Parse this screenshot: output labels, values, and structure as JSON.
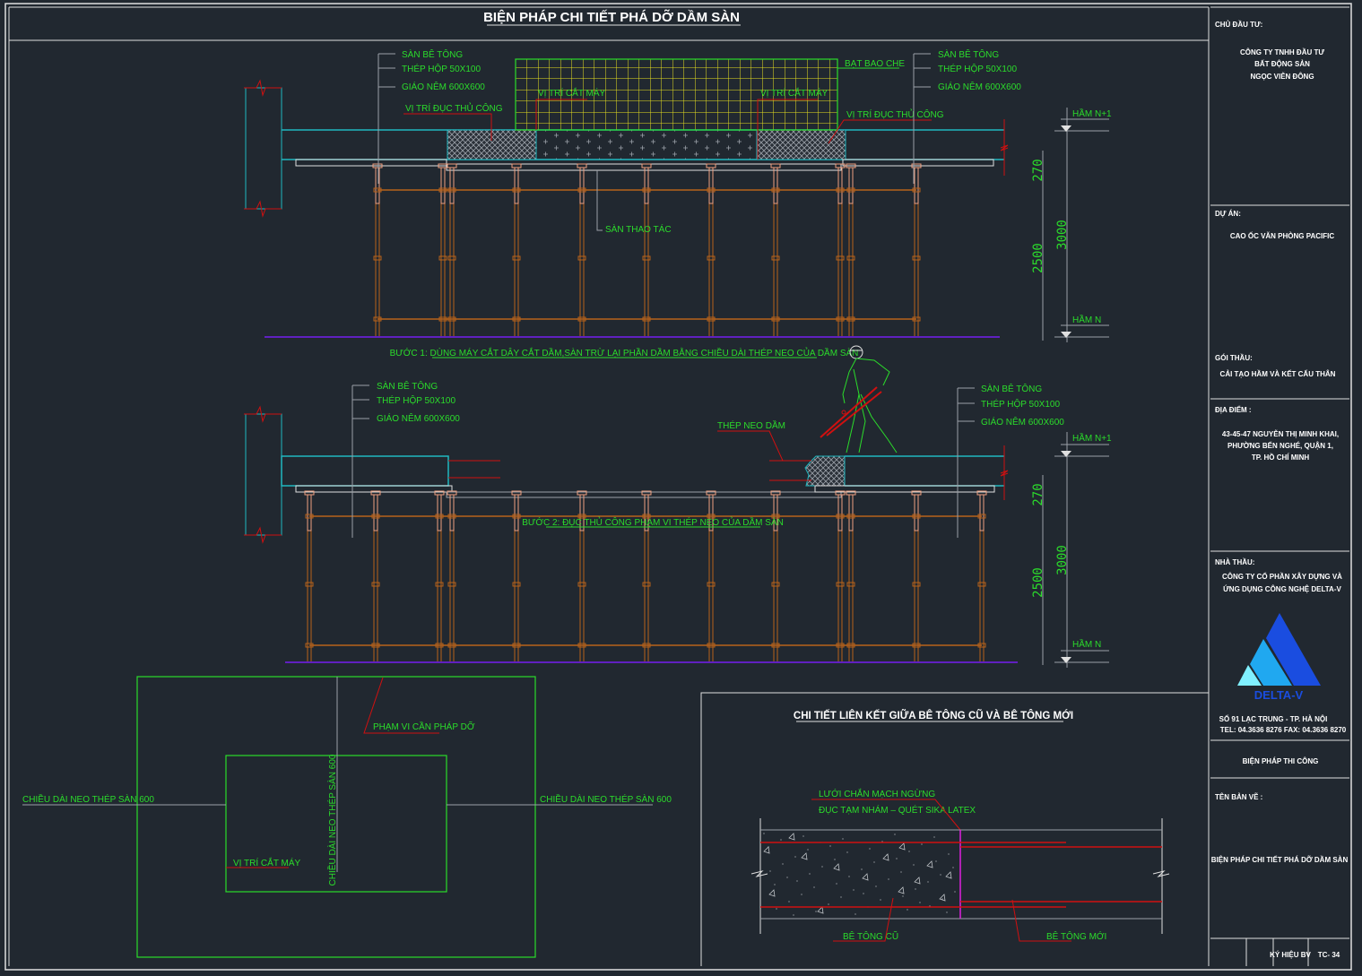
{
  "drawing_title": "BIỆN PHÁP CHI TIẾT PHÁ DỠ DẦM SÀN",
  "colors": {
    "background": "#212830",
    "label_green": "#2bdc2b",
    "leader_red": "#d01010",
    "concrete_cyan": "#20b8c0",
    "scaffold_orange": "#b8621a",
    "scaffold_head": "#f0a080",
    "tarp_yellow": "#e8e020",
    "floor_purple": "#6020c0",
    "frame_white": "#e0e0e0",
    "logo_blue_dark": "#1a4de0",
    "logo_blue_mid": "#20a8f0",
    "logo_blue_light": "#80f0ff"
  },
  "step1": {
    "legend_left": [
      "SÀN BÊ TÔNG",
      "THÉP HỘP 50X100",
      "GIÁO NÊM 600X600"
    ],
    "legend_right": [
      "SÀN BÊ TÔNG",
      "THÉP HỘP 50X100",
      "GIÁO NÊM 600X600"
    ],
    "tarp_label": "BẠT BAO CHE",
    "cut_label_left": "VỊ TRÍ CẮT MÁY",
    "cut_label_right": "VỊ TRÍ CẮT MÁY",
    "chisel_label_left": "VỊ TRÍ ĐỤC THỦ CÔNG",
    "chisel_label_right": "VỊ TRÍ ĐỤC THỦ CÔNG",
    "platform_label": "SÀN THAO TÁC",
    "caption": "BƯỚC 1: DÙNG MÁY CẮT DÂY CẮT DẦM,SÀN TRỪ LẠI PHẦN DẦM BẰNG CHIỀU DÀI THÉP NEO CỦA DẦM SÀN",
    "level_top": "HẦM N+1",
    "level_bottom": "HẦM N",
    "dim_slab": "270",
    "dim_clear": "2500",
    "dim_total": "3000"
  },
  "step2": {
    "legend_left": [
      "SÀN BÊ TÔNG",
      "THÉP HỘP 50X100",
      "GIÁO NÊM 600X600"
    ],
    "legend_right": [
      "SÀN BÊ TÔNG",
      "THÉP HỘP 50X100",
      "GIÁO NÊM 600X600"
    ],
    "anchor_label": "THÉP NEO DẦM",
    "caption": "BƯỚC 2: ĐỤC THỦ CÔNG PHẠM VI THÉP NEO CỦA DẦM SÀN",
    "level_top": "HẦM N+1",
    "level_bottom": "HẦM N",
    "dim_slab": "270",
    "dim_clear": "2500",
    "dim_total": "3000"
  },
  "plan": {
    "scope_label": "PHẠM VI CẦN PHÁP DỠ",
    "anchor_left": "CHIỀU DÀI NEO THÉP SÀN 600",
    "anchor_right": "CHIỀU DÀI NEO THÉP SÀN 600",
    "anchor_vertical": "CHIỀU DÀI NEO THÉP SÀN 600",
    "cut_label": "VỊ TRÍ CẮT MÁY"
  },
  "joint_detail": {
    "title": "CHI TIẾT LIÊN KẾT GIỮA BÊ TÔNG CŨ VÀ BÊ TÔNG MỚI",
    "note_line1": "LƯỚI CHẮN MẠCH NGỪNG",
    "note_line2": "ĐỤC TẠM NHÁM – QUÉT SIKA LATEX",
    "old_concrete": "BÊ TÔNG CŨ",
    "new_concrete": "BÊ TÔNG MỚI"
  },
  "title_block": {
    "owner_label": "CHỦ ĐẦU TƯ:",
    "owner_lines": [
      "CÔNG TY TNHH ĐẦU TƯ",
      "BẤT ĐỘNG SẢN",
      "NGỌC VIỄN ĐÔNG"
    ],
    "project_label": "DỰ ÁN:",
    "project_name": "CAO ỐC VĂN PHÒNG PACIFIC",
    "package_label": "GÓI THẦU:",
    "package_name": "CẢI TẠO HẦM VÀ KẾT CẤU THÂN",
    "location_label": "ĐỊA ĐIỂM :",
    "location_lines": [
      "43-45-47 NGUYỄN THỊ MINH KHAI,",
      "PHƯỜNG BẾN NGHÉ, QUẬN 1,",
      "TP. HỒ CHÍ MINH"
    ],
    "contractor_label": "NHÀ THẦU:",
    "contractor_lines": [
      "CÔNG TY CỔ PHẦN XÂY DỰNG VÀ",
      "ỨNG DỤNG CÔNG NGHỆ DELTA-V"
    ],
    "logo_text": "DELTA-V",
    "contractor_address": "SỐ 91 LẠC TRUNG - TP. HÀ NỘI",
    "contractor_phone": "TEL: 04.3636 8276    FAX: 04.3636 8270",
    "section_title": "BIỆN PHÁP THI CÔNG",
    "drawing_name_label": "TÊN BẢN VẼ :",
    "drawing_name": "BIỆN PHÁP CHI TIẾT PHÁ DỠ DẦM SÀN",
    "sheet_label": "KÝ HIỆU BV",
    "sheet_number": "TC- 34"
  }
}
